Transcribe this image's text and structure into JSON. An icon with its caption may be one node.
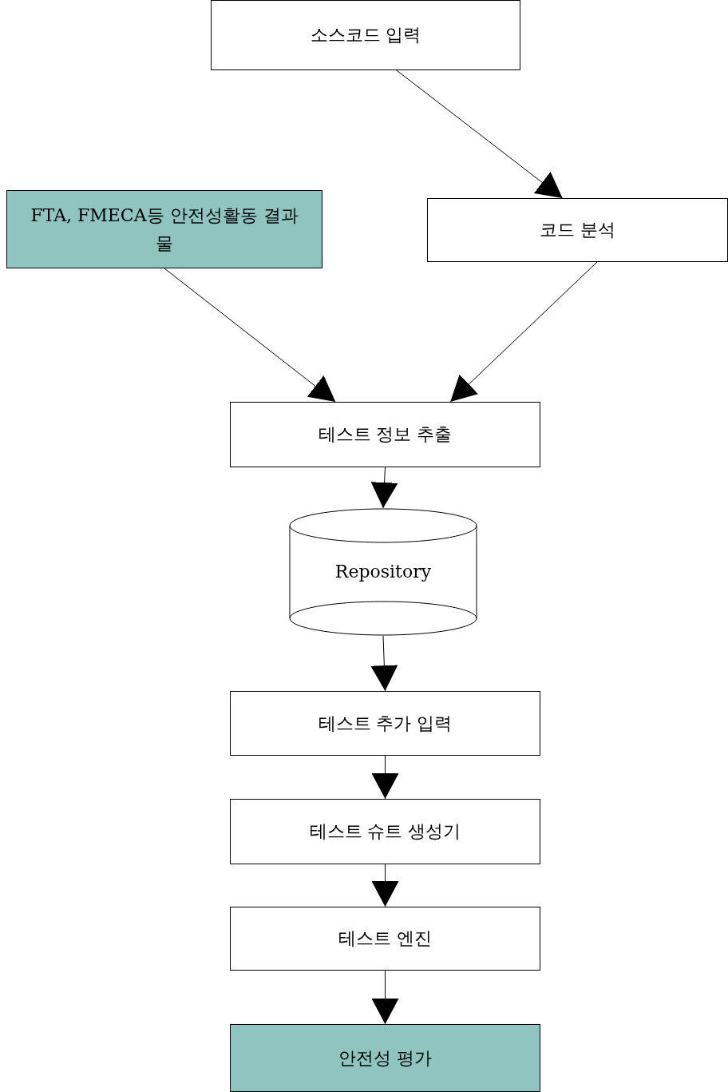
{
  "diagram": {
    "nodes": [
      {
        "text": [
          "소스코드 입력"
        ]
      },
      {
        "text": [
          "FTA, FMECA등 안전성활동 결과물"
        ]
      },
      {
        "text": [
          "코드 분석"
        ]
      },
      {
        "text": [
          "테스트 정보 추출"
        ]
      },
      {
        "text": [
          "Repository"
        ]
      },
      {
        "text": [
          "테스트 추가 입력"
        ]
      },
      {
        "text": [
          "테스트 슈트 생성기"
        ]
      },
      {
        "text": [
          "테스트 엔진"
        ]
      },
      {
        "text": [
          "안전성 평가"
        ]
      }
    ],
    "edges": [
      {
        "from": 0,
        "to": 2,
        "arrow": "to"
      },
      {
        "from": 1,
        "to": 3,
        "arrow": "to"
      },
      {
        "from": 2,
        "to": 3,
        "arrow": "to"
      },
      {
        "from": 3,
        "to": 4,
        "arrow": "to"
      },
      {
        "from": 4,
        "to": 5,
        "arrow": "to"
      },
      {
        "from": 5,
        "to": 6,
        "arrow": "to"
      },
      {
        "from": 6,
        "to": 7,
        "arrow": "to"
      },
      {
        "from": 7,
        "to": 8,
        "arrow": "to"
      }
    ]
  }
}
